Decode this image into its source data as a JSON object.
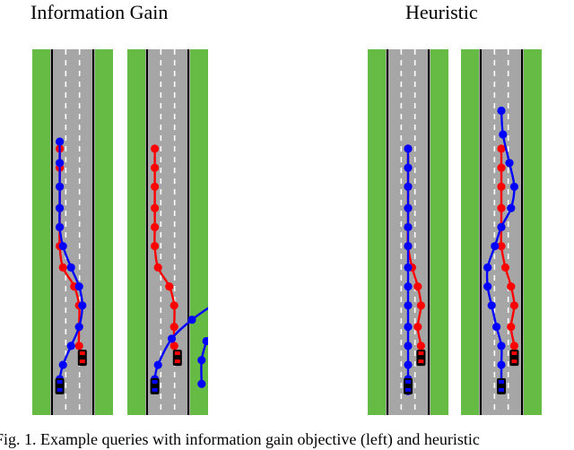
{
  "headings": {
    "left": "Information Gain",
    "right": "Heuristic"
  },
  "caption": "Fig. 1.   Example queries with information gain objective (left) and heuristic",
  "colors": {
    "grass": "#66bb44",
    "road": "#a6a6a6",
    "edge_line": "#000000",
    "lane_dash": "#ffffff",
    "trajectory_red": "#ff0000",
    "trajectory_blue": "#0000ff",
    "car_body": "#000000"
  },
  "panels": [
    {
      "group": "information-gain",
      "red": [
        [
          0.34,
          0.06
        ],
        [
          0.34,
          0.14
        ],
        [
          0.34,
          0.22
        ],
        [
          0.34,
          0.31
        ],
        [
          0.34,
          0.39
        ],
        [
          0.34,
          0.47
        ],
        [
          0.38,
          0.56
        ],
        [
          0.52,
          0.64
        ],
        [
          0.58,
          0.72
        ],
        [
          0.58,
          0.81
        ],
        [
          0.58,
          0.89
        ],
        [
          0.62,
          0.94
        ]
      ],
      "blue": [
        [
          0.34,
          0.03
        ],
        [
          0.34,
          0.12
        ],
        [
          0.34,
          0.22
        ],
        [
          0.34,
          0.31
        ],
        [
          0.34,
          0.39
        ],
        [
          0.38,
          0.47
        ],
        [
          0.48,
          0.56
        ],
        [
          0.58,
          0.64
        ],
        [
          0.62,
          0.72
        ],
        [
          0.58,
          0.81
        ],
        [
          0.48,
          0.89
        ],
        [
          0.38,
          0.97
        ],
        [
          0.34,
          1.03
        ],
        [
          0.34,
          1.06
        ]
      ],
      "car_red": [
        0.62,
        0.94
      ],
      "car_blue": [
        0.34,
        1.06
      ]
    },
    {
      "group": "information-gain",
      "red": [
        [
          0.34,
          0.06
        ],
        [
          0.34,
          0.14
        ],
        [
          0.34,
          0.22
        ],
        [
          0.34,
          0.31
        ],
        [
          0.34,
          0.39
        ],
        [
          0.34,
          0.47
        ],
        [
          0.38,
          0.56
        ],
        [
          0.52,
          0.64
        ],
        [
          0.58,
          0.72
        ],
        [
          0.58,
          0.81
        ],
        [
          0.58,
          0.89
        ],
        [
          0.62,
          0.94
        ]
      ],
      "blue": [
        [
          0.34,
          1.06
        ],
        [
          0.34,
          1.03
        ],
        [
          0.38,
          0.97
        ],
        [
          0.55,
          0.86
        ],
        [
          0.8,
          0.78
        ],
        [
          1.05,
          0.72
        ]
      ],
      "blue_offpanel": [
        [
          0.98,
          0.87
        ],
        [
          0.92,
          0.95
        ],
        [
          0.92,
          1.05
        ]
      ],
      "car_red": [
        0.62,
        0.94
      ],
      "car_blue": [
        0.34,
        1.06
      ]
    },
    {
      "group": "heuristic",
      "red": [
        [
          0.5,
          0.06
        ],
        [
          0.5,
          0.14
        ],
        [
          0.5,
          0.22
        ],
        [
          0.5,
          0.31
        ],
        [
          0.5,
          0.39
        ],
        [
          0.5,
          0.47
        ],
        [
          0.55,
          0.56
        ],
        [
          0.62,
          0.64
        ],
        [
          0.66,
          0.72
        ],
        [
          0.62,
          0.81
        ],
        [
          0.66,
          0.89
        ],
        [
          0.66,
          0.94
        ]
      ],
      "blue": [
        [
          0.5,
          0.06
        ],
        [
          0.5,
          0.14
        ],
        [
          0.5,
          0.22
        ],
        [
          0.5,
          0.31
        ],
        [
          0.5,
          0.39
        ],
        [
          0.5,
          0.47
        ],
        [
          0.5,
          0.56
        ],
        [
          0.5,
          0.64
        ],
        [
          0.5,
          0.72
        ],
        [
          0.5,
          0.81
        ],
        [
          0.5,
          0.89
        ],
        [
          0.5,
          0.97
        ],
        [
          0.5,
          1.03
        ],
        [
          0.5,
          1.08
        ]
      ],
      "car_red": [
        0.66,
        0.94
      ],
      "car_blue": [
        0.5,
        1.06
      ]
    },
    {
      "group": "heuristic",
      "red": [
        [
          0.5,
          0.06
        ],
        [
          0.5,
          0.14
        ],
        [
          0.5,
          0.22
        ],
        [
          0.5,
          0.31
        ],
        [
          0.5,
          0.39
        ],
        [
          0.5,
          0.47
        ],
        [
          0.55,
          0.56
        ],
        [
          0.62,
          0.64
        ],
        [
          0.66,
          0.72
        ],
        [
          0.62,
          0.81
        ],
        [
          0.66,
          0.89
        ],
        [
          0.66,
          0.94
        ]
      ],
      "blue": [
        [
          0.5,
          -0.1
        ],
        [
          0.52,
          0.0
        ],
        [
          0.6,
          0.12
        ],
        [
          0.66,
          0.22
        ],
        [
          0.62,
          0.31
        ],
        [
          0.5,
          0.39
        ],
        [
          0.42,
          0.47
        ],
        [
          0.33,
          0.56
        ],
        [
          0.33,
          0.64
        ],
        [
          0.38,
          0.72
        ],
        [
          0.44,
          0.81
        ],
        [
          0.5,
          0.89
        ],
        [
          0.5,
          0.97
        ],
        [
          0.5,
          1.06
        ]
      ],
      "car_red": [
        0.66,
        0.94
      ],
      "car_blue": [
        0.5,
        1.06
      ]
    }
  ]
}
